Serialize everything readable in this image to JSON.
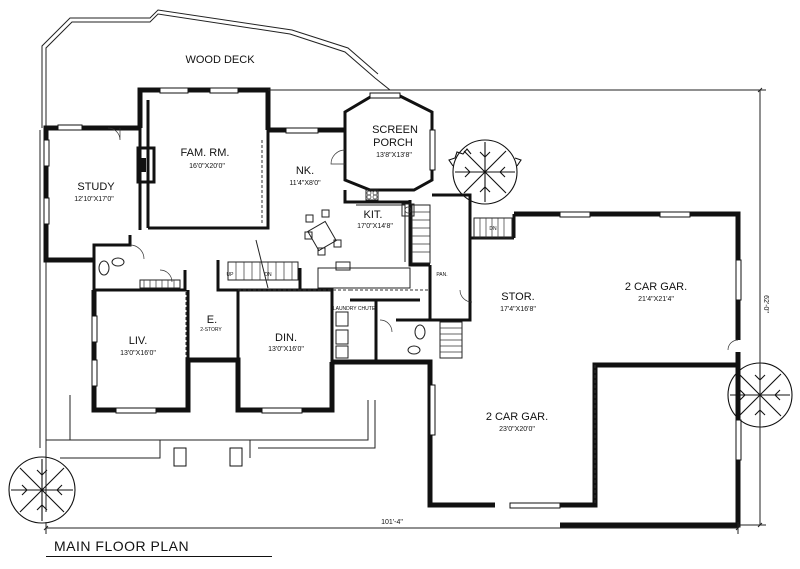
{
  "plan_title": "MAIN FLOOR PLAN",
  "rooms": {
    "wood_deck": {
      "name": "WOOD DECK"
    },
    "screen_porch": {
      "name_line1": "SCREEN",
      "name_line2": "PORCH",
      "dims": "13'8\"X13'8\""
    },
    "family_room": {
      "name": "FAM. RM.",
      "dims": "16'0\"X20'0\""
    },
    "nook": {
      "name": "NK.",
      "dims": "11'4\"X8'0\""
    },
    "study": {
      "name": "STUDY",
      "dims": "12'10\"X17'0\""
    },
    "kitchen": {
      "name": "KIT.",
      "dims": "17'0\"X14'8\""
    },
    "entry": {
      "name": "E.",
      "note": "2-STORY"
    },
    "living": {
      "name": "LIV.",
      "dims": "13'0\"X16'0\""
    },
    "dining": {
      "name": "DIN.",
      "dims": "13'0\"X16'0\""
    },
    "storage": {
      "name": "STOR.",
      "dims": "17'4\"X16'8\""
    },
    "garage_right": {
      "name": "2 CAR GAR.",
      "dims": "21'4\"X21'4\""
    },
    "garage_lower": {
      "name": "2 CAR GAR.",
      "dims": "23'0\"X20'0\""
    },
    "pantry": {
      "name": "PAN."
    }
  },
  "annotations": {
    "up": "UP",
    "dn": "DN",
    "dn2": "DN",
    "laundry_chute": "LAUNDRY CHUTE"
  },
  "dimensions": {
    "overall_width": "101'-4\"",
    "overall_depth": "62'-0\""
  },
  "colors": {
    "ink": "#111111",
    "paper": "#ffffff"
  }
}
